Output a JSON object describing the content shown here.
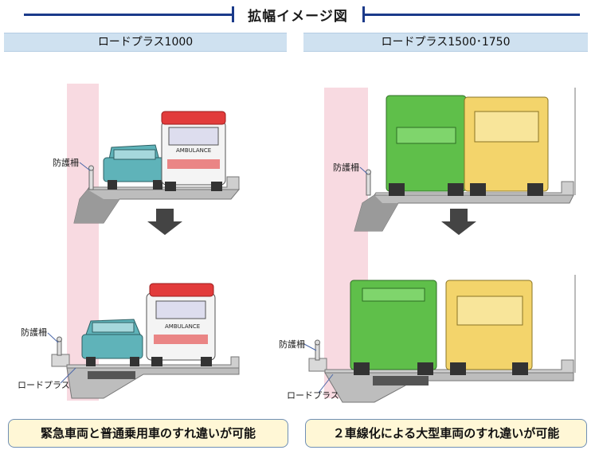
{
  "title": "拡幅イメージ図",
  "panels": [
    {
      "heading": "ロードプラス1000",
      "top_label_guard": "防護柵",
      "bottom_label_guard": "防護柵",
      "bottom_label_product": "ロードプラス",
      "ambulance_text": "AMBULANCE",
      "caption": "緊急車両と普通乗用車のすれ違いが可能"
    },
    {
      "heading": "ロードプラス1500･1750",
      "top_label_guard": "防護柵",
      "bottom_label_guard": "防護柵",
      "bottom_label_product": "ロードプラス",
      "caption": "２車線化による大型車両のすれ違いが可能"
    }
  ],
  "colors": {
    "title_line": "#1b3a8a",
    "header_bg": "#cfe1f0",
    "caption_bg": "#fff7d6",
    "car": "#5fb3b9",
    "ambulance_red": "#e23b3b",
    "truck_green": "#5fbf4a",
    "truck_yellow": "#f3d46b",
    "pink_area": "#f7d3dc"
  }
}
